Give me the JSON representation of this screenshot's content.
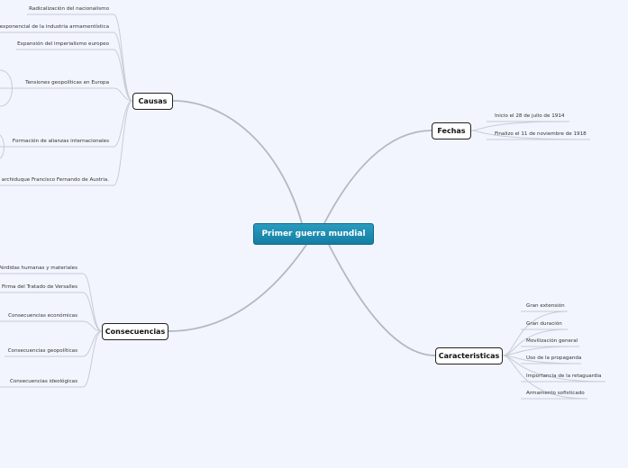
{
  "central": {
    "label": "Primer guerra mundial",
    "color": "#1a8db3"
  },
  "causas": {
    "label": "Causas",
    "items": [
      "Radicalización del nacionalismo",
      "exponencial de la industria armamentística",
      "Expansión del imperialismo europeo",
      "Tensiones geopolíticas en Europa",
      "Formación de alianzas internacionales",
      "l archiduque Francisco Fernando de Austria."
    ]
  },
  "fechas": {
    "label": "Fechas",
    "items": [
      "Inicio el 28 de julio de 1914",
      "Finalizo el 11 de noviembre de 1918"
    ]
  },
  "consecuencias": {
    "label": "Consecuencias",
    "items": [
      "Pérdidas humanas y materiales",
      "Firma del Tratado de Versalles",
      "Consecuencias económicas",
      "Consecuencias geopolíticas",
      "Consecuencias ideológicas"
    ]
  },
  "caracteristicas": {
    "label": "Caracteristicas",
    "items": [
      "Gran extensión",
      "Gran duración",
      "Movilización general",
      "Uso de la propaganda",
      "Importancia de la retaguardia",
      "Armamento sofisticado"
    ]
  }
}
